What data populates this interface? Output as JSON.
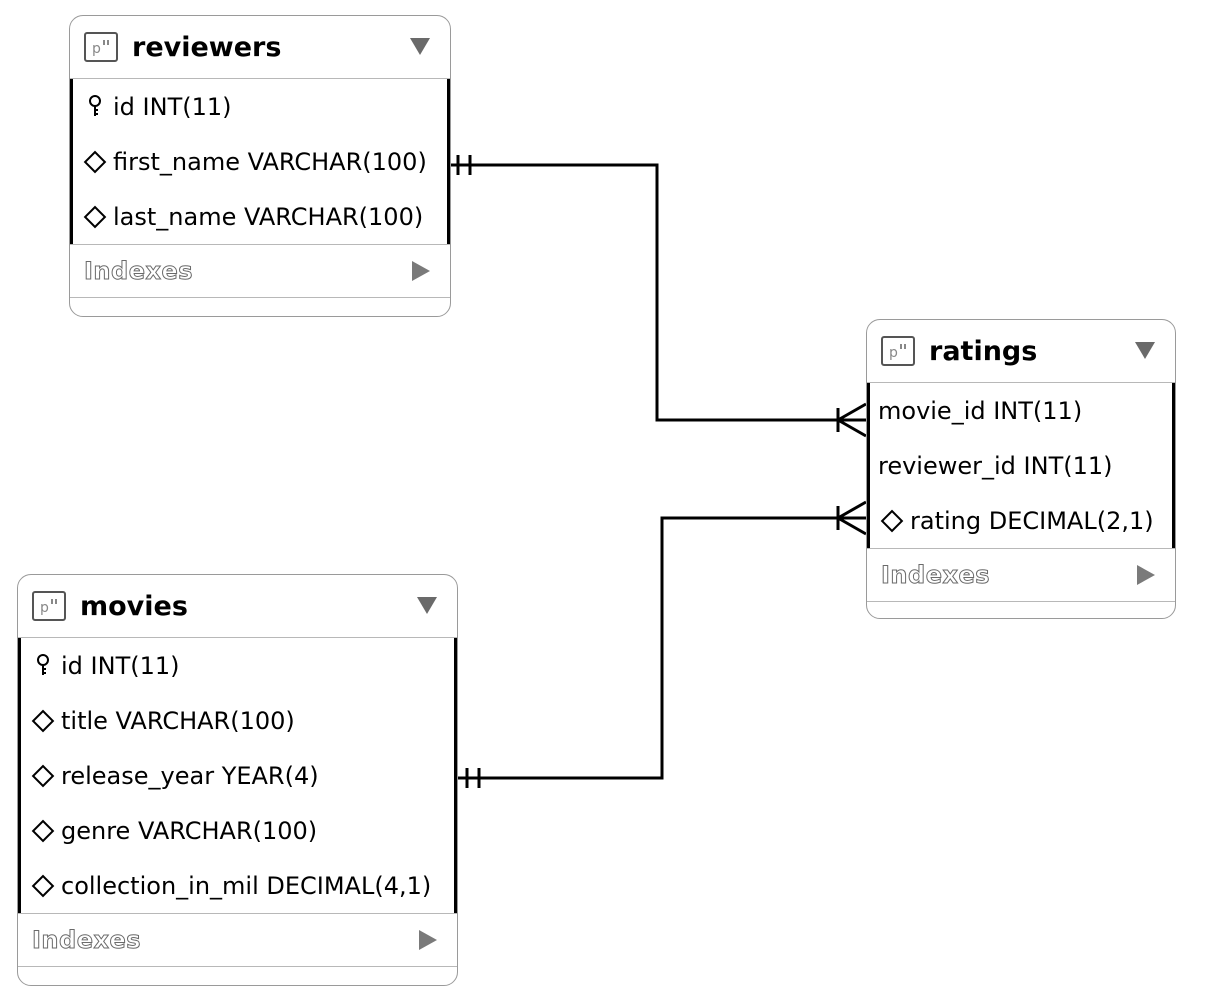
{
  "tables": {
    "reviewers": {
      "title": "reviewers",
      "columns": [
        {
          "icon": "key-icon",
          "text": "id INT(11)"
        },
        {
          "icon": "diamond-icon",
          "text": "first_name VARCHAR(100)"
        },
        {
          "icon": "diamond-icon",
          "text": "last_name VARCHAR(100)"
        }
      ],
      "indexes_label": "Indexes"
    },
    "ratings": {
      "title": "ratings",
      "columns": [
        {
          "icon": "",
          "text": "movie_id INT(11)"
        },
        {
          "icon": "",
          "text": "reviewer_id INT(11)"
        },
        {
          "icon": "diamond-icon",
          "text": "rating DECIMAL(2,1)"
        }
      ],
      "indexes_label": "Indexes"
    },
    "movies": {
      "title": "movies",
      "columns": [
        {
          "icon": "key-icon",
          "text": "id INT(11)"
        },
        {
          "icon": "diamond-icon",
          "text": "title VARCHAR(100)"
        },
        {
          "icon": "diamond-icon",
          "text": "release_year YEAR(4)"
        },
        {
          "icon": "diamond-icon",
          "text": "genre VARCHAR(100)"
        },
        {
          "icon": "diamond-icon",
          "text": "collection_in_mil DECIMAL(4,1)"
        }
      ],
      "indexes_label": "Indexes"
    }
  },
  "relationships": [
    {
      "from": "reviewers",
      "to": "ratings",
      "from_cardinality": "one-and-only-one",
      "to_cardinality": "one-or-many"
    },
    {
      "from": "movies",
      "to": "ratings",
      "from_cardinality": "one-and-only-one",
      "to_cardinality": "one-or-many"
    }
  ]
}
